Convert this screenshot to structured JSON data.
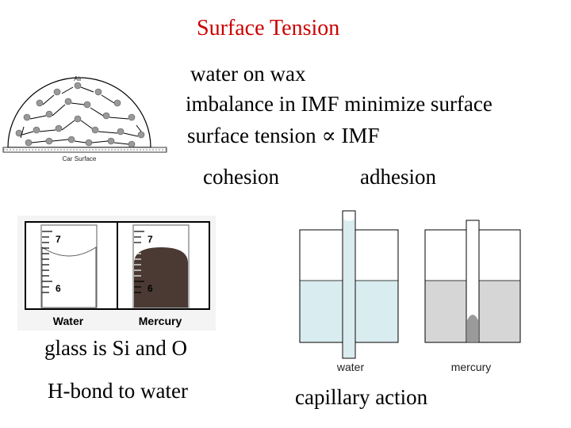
{
  "slide": {
    "title": "Surface Tension",
    "line1": "water on wax",
    "line2": "imbalance in IMF  minimize surface",
    "line3_prefix": "surface tension ",
    "line3_symbol": "∝",
    "line3_suffix": " IMF",
    "cohesion": "cohesion",
    "adhesion": "adhesion",
    "glass_text": "glass is Si and O",
    "hbond_text": "H-bond to water",
    "capillary_text": "capillary action"
  },
  "droplet_figure": {
    "air_label": "Air",
    "surface_label": "Car Surface"
  },
  "cylinder_figure": {
    "left_label": "Water",
    "right_label": "Mercury",
    "mark_top": "7",
    "mark_bottom": "6",
    "water_color": "#ffffff",
    "mercury_color": "#4a3a33"
  },
  "capillary_figure": {
    "left_label": "water",
    "right_label": "mercury",
    "water_color": "#d9ecef",
    "mercury_color": "#d6d6d6"
  }
}
